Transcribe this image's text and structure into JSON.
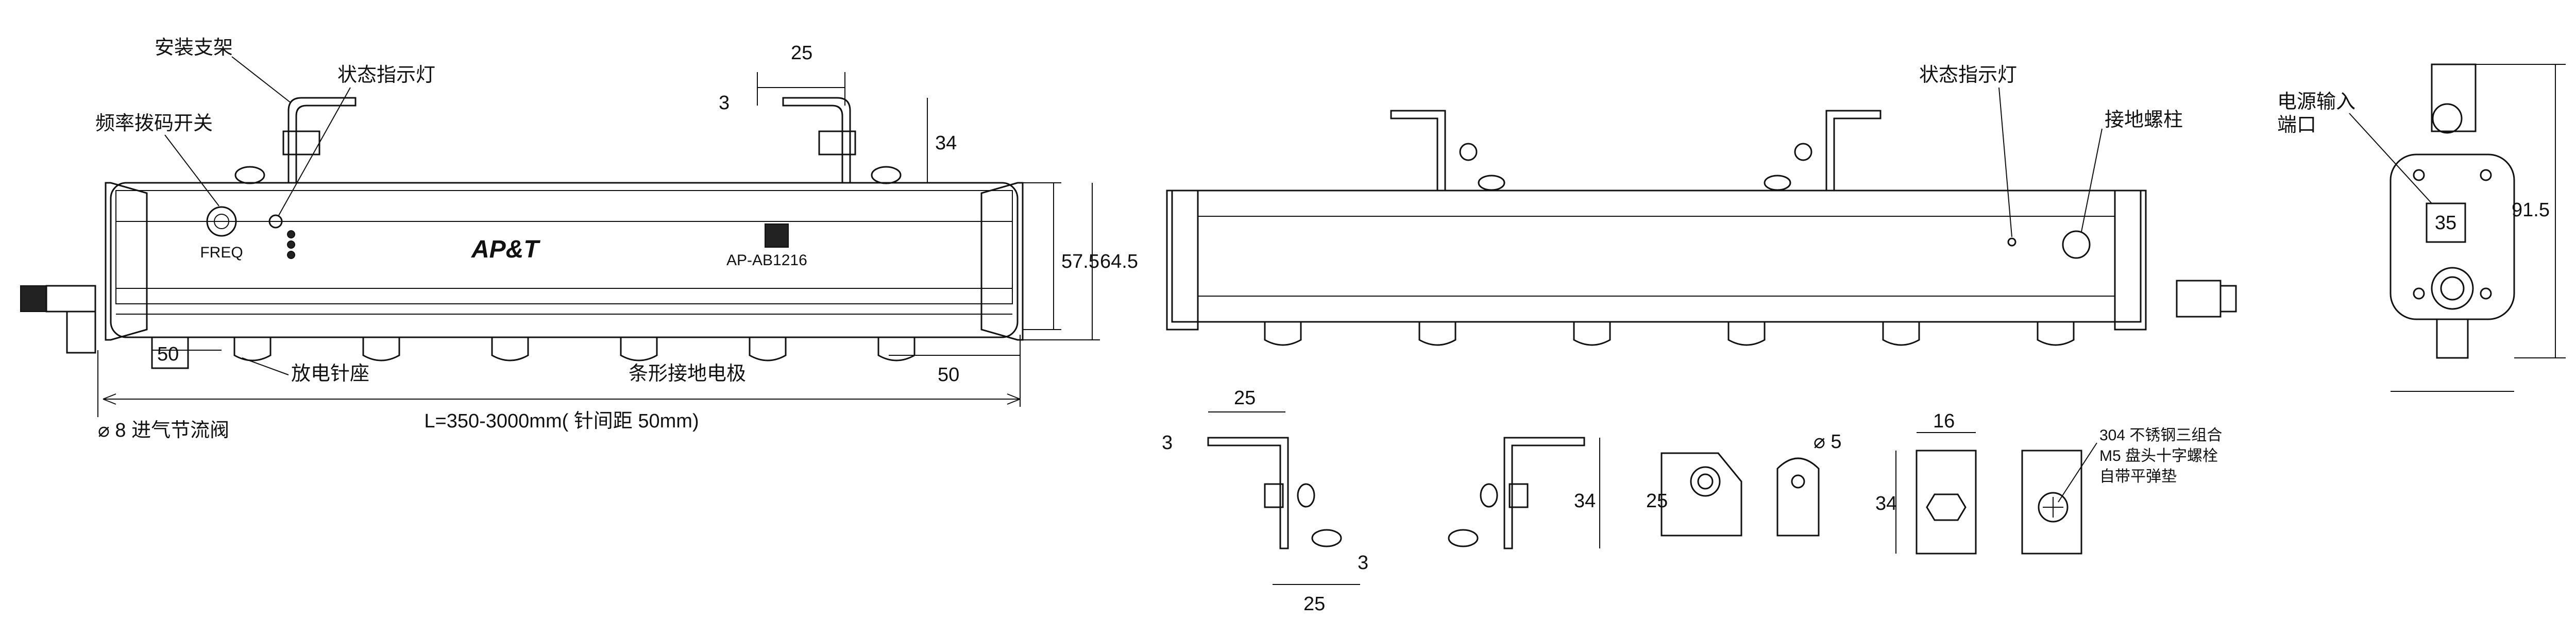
{
  "labels": {
    "mount_bracket": "安装支架",
    "status_led": "状态指示灯",
    "freq_switch": "频率拨码开关",
    "emitter_socket": "放电针座",
    "bar_electrode": "条形接地电极",
    "valve": "⌀ 8 进气节流阀",
    "length": "L=350-3000mm( 针间距 50mm)",
    "status_led_2": "状态指示灯",
    "ground_stud": "接地螺柱",
    "power_port_1": "电源输入",
    "power_port_2": "端口",
    "hardware_1": "304 不锈钢三组合",
    "hardware_2": "M5 盘头十字螺栓",
    "hardware_3": "自带平弹垫"
  },
  "product": {
    "brand": "AP&T",
    "model": "AP-AB1216",
    "freq_text": "FREQ"
  },
  "dimensions": {
    "bracket_width": "25",
    "bracket_thick": "3",
    "bracket_height": "34",
    "body_height": "57.5",
    "total_height": "64.5",
    "pitch_left": "50",
    "pitch_right": "50",
    "d25a": "25",
    "d3a": "3",
    "d34a": "34",
    "d25b": "25",
    "d3b": "3",
    "d25c": "25",
    "phi5": "⌀ 5",
    "d16": "16",
    "d34b": "34",
    "port_size": "35",
    "side_height": "91.5"
  },
  "colors": {
    "line": "#111111",
    "shade": "#d9d9d9",
    "dark": "#222222"
  }
}
